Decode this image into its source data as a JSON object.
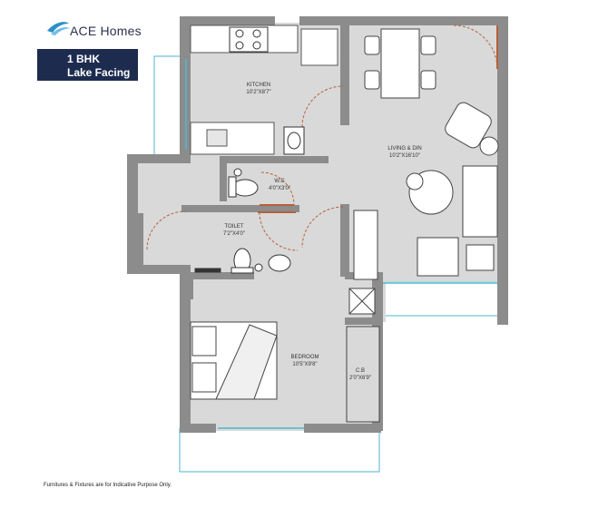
{
  "brand": {
    "name": "ACE Homes"
  },
  "badge": {
    "line1": "1 BHK",
    "line2": "Lake Facing"
  },
  "rooms": {
    "kitchen": {
      "name": "KITCHEN",
      "size": "10'2\"X8'7\""
    },
    "living": {
      "name": "LIVING & DIN",
      "size": "10'2\"X16'10\""
    },
    "wc": {
      "name": "W.C",
      "size": "4'0\"X3'0\""
    },
    "toilet": {
      "name": "TOILET",
      "size": "7'2\"X4'0\""
    },
    "bedroom": {
      "name": "BEDROOM",
      "size": "10'5\"X9'8\""
    },
    "cb": {
      "name": "C.B",
      "size": "2'0\"X6'9\""
    }
  },
  "footnote": "Furnitures & Fixtures are for Indicative Purpose Only.",
  "colors": {
    "wall": "#8c8c8c",
    "floor": "#d9d9d9",
    "door": "#b5603a",
    "glass": "#4fb6cf",
    "badge": "#1d2b4f",
    "logo": "#2d8fc6"
  }
}
